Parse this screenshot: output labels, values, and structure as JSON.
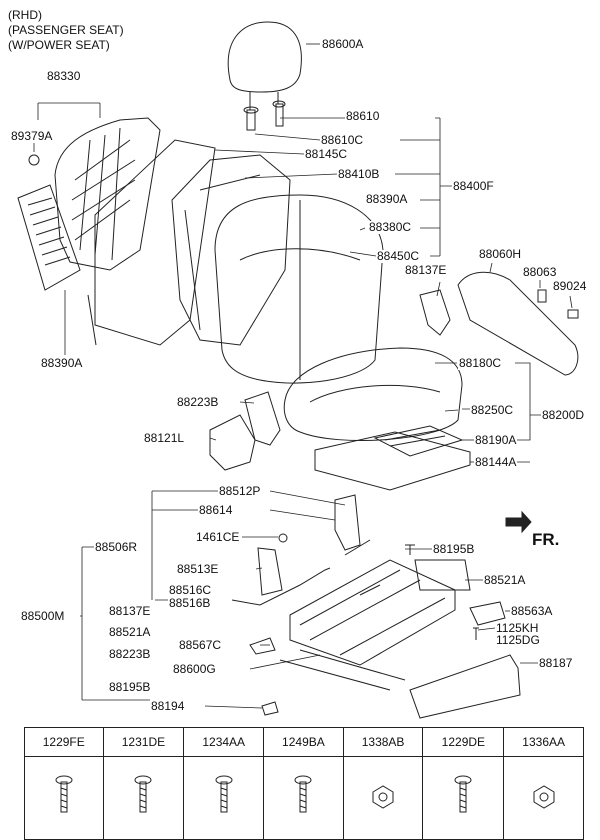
{
  "header": [
    "(RHD)",
    "(PASSENGER SEAT)",
    "(W/POWER SEAT)"
  ],
  "direction_label": "FR.",
  "callouts": {
    "c88600A": "88600A",
    "c88330": "88330",
    "c89379A": "89379A",
    "c88610": "88610",
    "c88610C": "88610C",
    "c88145C": "88145C",
    "c88410B": "88410B",
    "c88390A_r": "88390A",
    "c88400F": "88400F",
    "c88380C": "88380C",
    "c88450C": "88450C",
    "c88060H": "88060H",
    "c88137E_t": "88137E",
    "c88063": "88063",
    "c89024": "89024",
    "c88390A_l": "88390A",
    "c88180C": "88180C",
    "c88223B_t": "88223B",
    "c88250C": "88250C",
    "c88200D": "88200D",
    "c88121L": "88121L",
    "c88190A": "88190A",
    "c88144A": "88144A",
    "c88512P": "88512P",
    "c88614": "88614",
    "c88506R": "88506R",
    "c1461CE": "1461CE",
    "c88195B_t": "88195B",
    "c88513E": "88513E",
    "c88521A_r": "88521A",
    "c88516C": "88516C",
    "c88516B": "88516B",
    "c88500M": "88500M",
    "c88137E_b": "88137E",
    "c88563A": "88563A",
    "c1125KH": "1125KH",
    "c1125DG": "1125DG",
    "c88521A_l": "88521A",
    "c88567C": "88567C",
    "c88223B_b": "88223B",
    "c88187": "88187",
    "c88600G": "88600G",
    "c88195B_b": "88195B",
    "c88194": "88194"
  },
  "fasteners": [
    {
      "code": "1229FE",
      "icon": "bolt-icon"
    },
    {
      "code": "1231DE",
      "icon": "bolt-icon"
    },
    {
      "code": "1234AA",
      "icon": "bolt-icon"
    },
    {
      "code": "1249BA",
      "icon": "bolt-icon"
    },
    {
      "code": "1338AB",
      "icon": "nut-icon"
    },
    {
      "code": "1229DE",
      "icon": "bolt-icon"
    },
    {
      "code": "1336AA",
      "icon": "nut-icon"
    }
  ]
}
